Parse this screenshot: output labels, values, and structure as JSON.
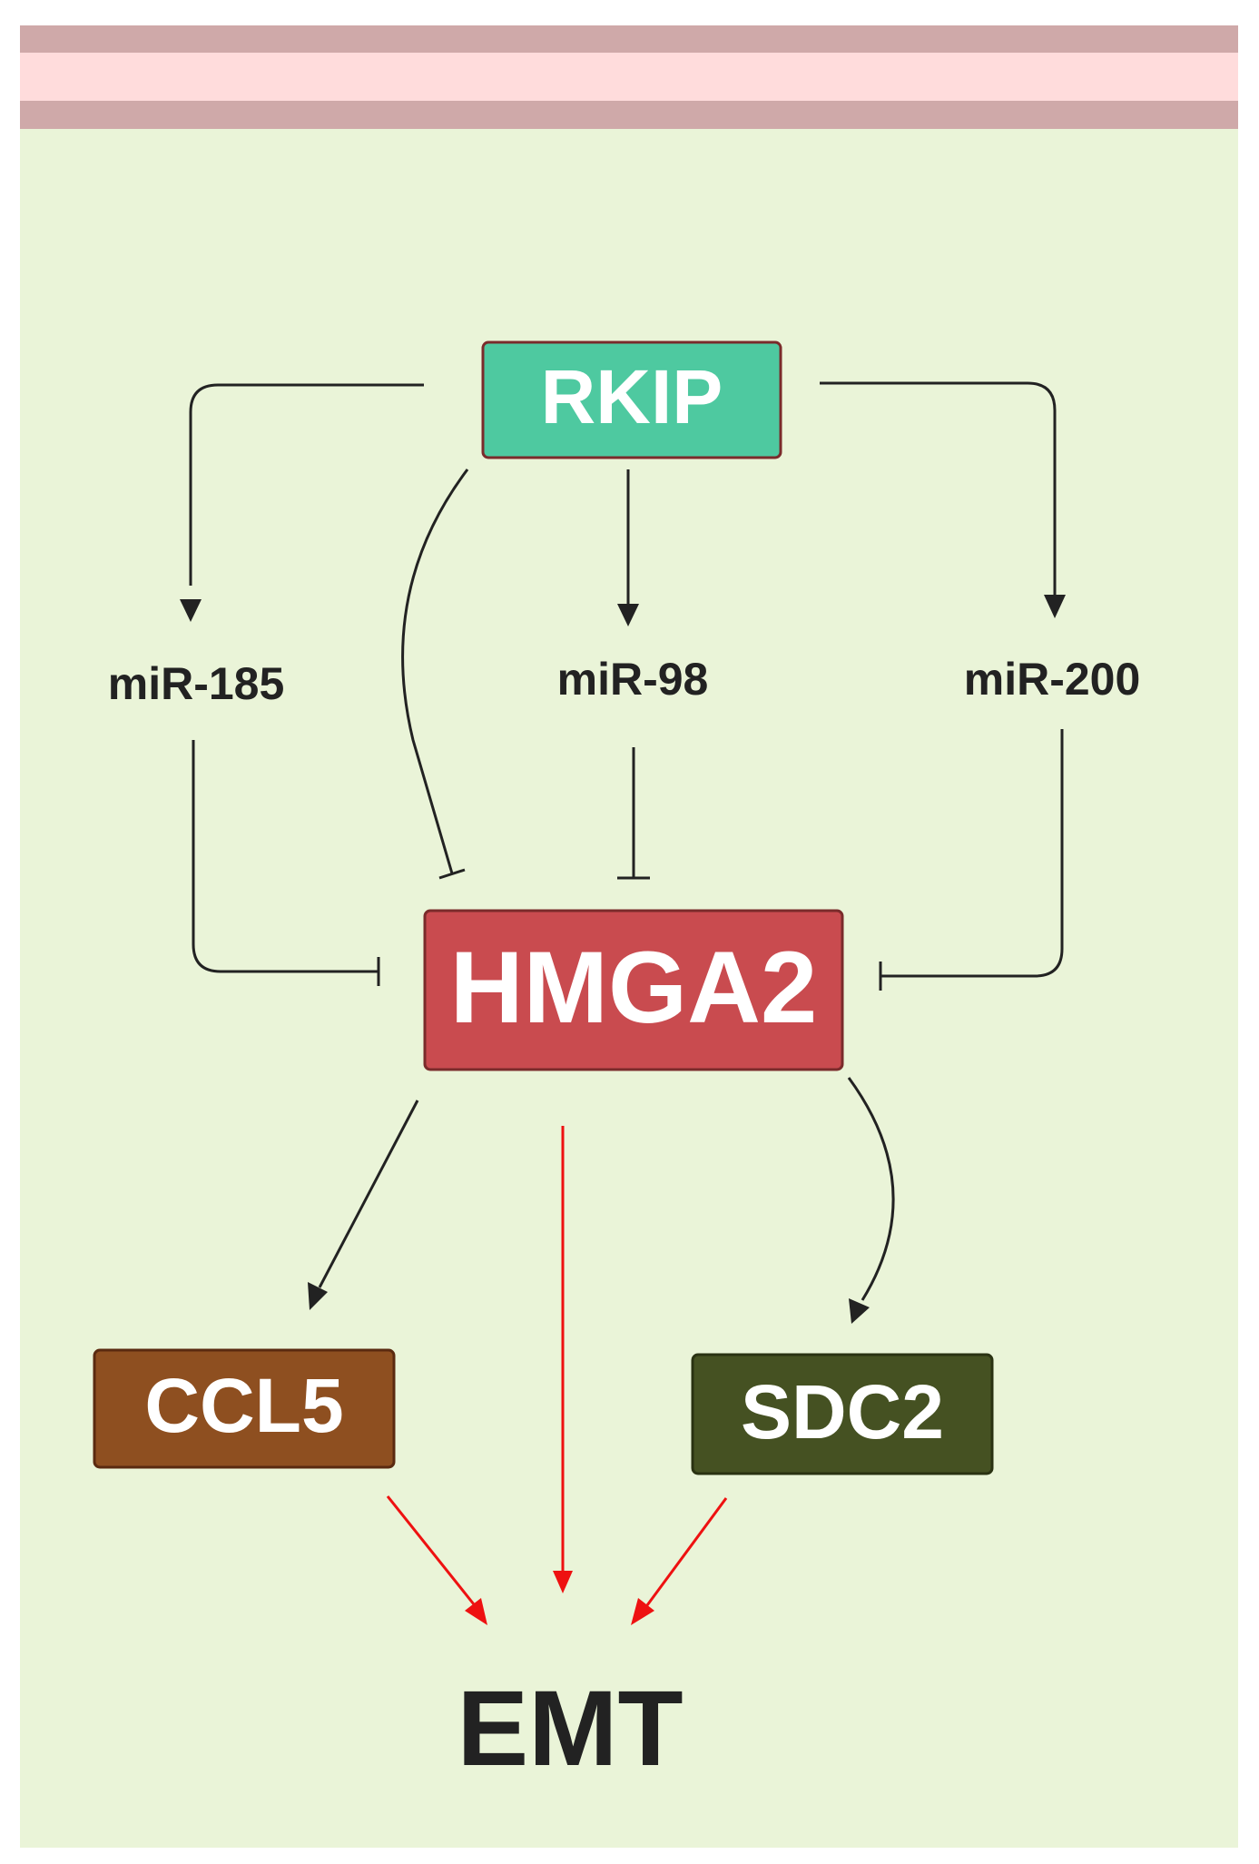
{
  "colors": {
    "membrane_outer": "#cfa9a9",
    "membrane_inner": "#ffdcdc",
    "cytoplasm": "#eaf4d8",
    "rkip_box": "#4ec9a0",
    "hmga2_box": "#c94b4f",
    "ccl5_box": "#8e4f20",
    "sdc2_box": "#455122",
    "box_border": "#7a2b2b",
    "black_arrow": "#222222",
    "red_arrow": "#ee1111",
    "text_dark": "#222222",
    "text_light": "#ffffff"
  },
  "nodes": {
    "rkip": "RKIP",
    "mir185": "miR-185",
    "mir98": "miR-98",
    "mir200": "miR-200",
    "hmga2": "HMGA2",
    "ccl5": "CCL5",
    "sdc2": "SDC2",
    "emt": "EMT"
  },
  "edges": [
    {
      "from": "RKIP",
      "to": "miR-185",
      "type": "activation"
    },
    {
      "from": "RKIP",
      "to": "miR-98",
      "type": "activation"
    },
    {
      "from": "RKIP",
      "to": "miR-200",
      "type": "activation"
    },
    {
      "from": "RKIP",
      "to": "HMGA2",
      "type": "inhibition"
    },
    {
      "from": "miR-185",
      "to": "HMGA2",
      "type": "inhibition"
    },
    {
      "from": "miR-98",
      "to": "HMGA2",
      "type": "inhibition"
    },
    {
      "from": "miR-200",
      "to": "HMGA2",
      "type": "inhibition"
    },
    {
      "from": "HMGA2",
      "to": "CCL5",
      "type": "activation"
    },
    {
      "from": "HMGA2",
      "to": "SDC2",
      "type": "activation"
    },
    {
      "from": "HMGA2",
      "to": "EMT",
      "type": "promotion"
    },
    {
      "from": "CCL5",
      "to": "EMT",
      "type": "promotion"
    },
    {
      "from": "SDC2",
      "to": "EMT",
      "type": "promotion"
    }
  ]
}
